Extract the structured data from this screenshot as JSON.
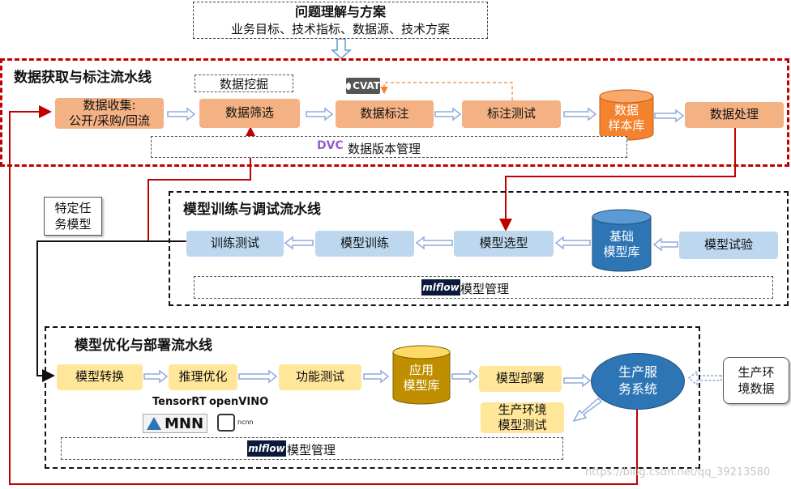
{
  "top": {
    "title": "问题理解与方案",
    "subtitle": "业务目标、技术指标、数据源、技术方案"
  },
  "section1": {
    "title": "数据获取与标注流水线",
    "mining": "数据挖掘",
    "collect_line1": "数据收集:",
    "collect_line2": "公开/采购/回流",
    "filter": "数据筛选",
    "label": "数据标注",
    "label_test": "标注测试",
    "sample_db_line1": "数据",
    "sample_db_line2": "样本库",
    "process": "数据处理",
    "version": "数据版本管理",
    "cvat_logo": "CVAT",
    "dvc_logo": "DVC"
  },
  "note_task": {
    "line1": "特定任",
    "line2": "务模型"
  },
  "section2": {
    "title": "模型训练与调试流水线",
    "train_test": "训练测试",
    "train": "模型训练",
    "select": "模型选型",
    "base_db_line1": "基础",
    "base_db_line2": "模型库",
    "experiment": "模型试验",
    "manage": "模型管理",
    "mlflow_logo": "mlflow"
  },
  "section3": {
    "title": "模型优化与部署流水线",
    "convert": "模型转换",
    "infer_opt": "推理优化",
    "func_test": "功能测试",
    "app_db_line1": "应用",
    "app_db_line2": "模型库",
    "deploy": "模型部署",
    "service_line1": "生产服",
    "service_line2": "务系统",
    "prod_test_line1": "生产环境",
    "prod_test_line2": "模型测试",
    "manage": "模型管理",
    "logos": {
      "tensorrt": "TensorRT",
      "openvino": "openVINO",
      "mnn": "MNN",
      "ncnn": "ncnn"
    },
    "mlflow_logo": "mlflow"
  },
  "note_prod": {
    "line1": "生产环",
    "line2": "境数据"
  },
  "watermark": "https://blog.csdn.net/qq_39213580",
  "colors": {
    "red_line": "#c00000",
    "orange": "#f4b183",
    "blue": "#bdd7ee",
    "yellow": "#ffe699",
    "db_orange": "#f4832f",
    "db_blue": "#2e75b6",
    "db_gold": "#bf8f00",
    "service_blue": "#2e75b6"
  }
}
